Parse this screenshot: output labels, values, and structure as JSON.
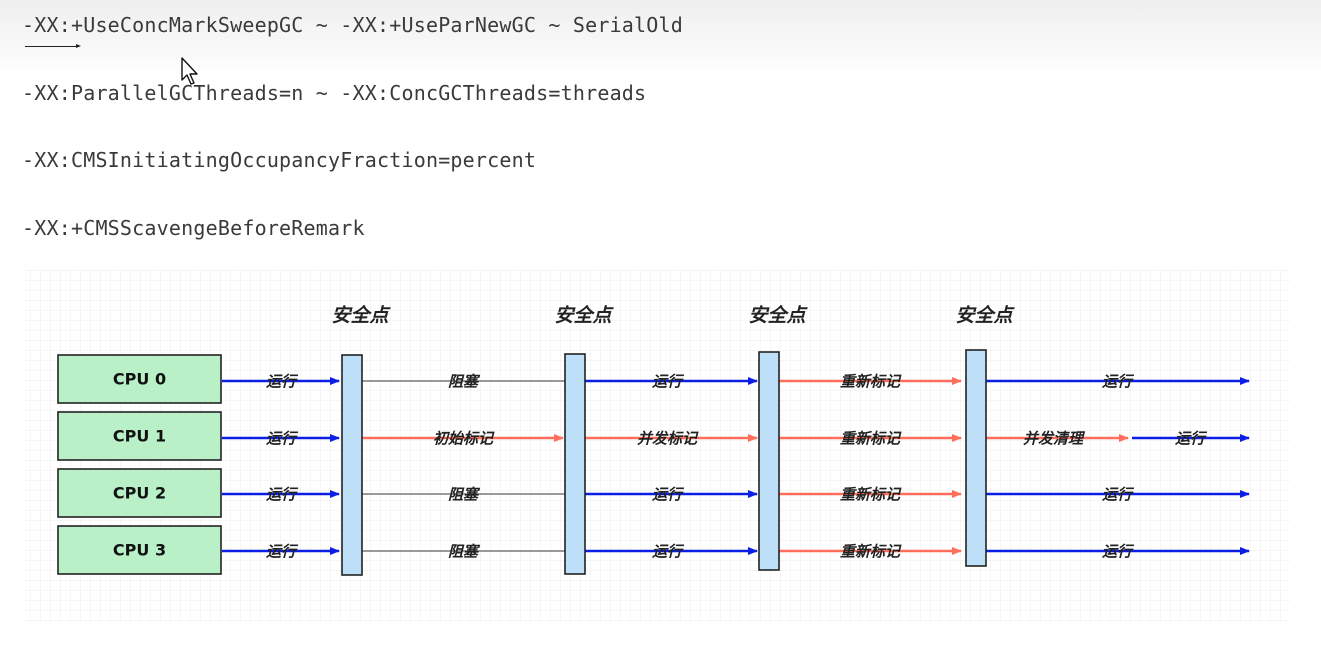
{
  "commands": [
    "-XX:+UseConcMarkSweepGC ~ -XX:+UseParNewGC ~ SerialOld",
    "-XX:ParallelGCThreads=n ~ -XX:ConcGCThreads=threads",
    "-XX:CMSInitiatingOccupancyFraction=percent",
    "-XX:+CMSScavengeBeforeRemark"
  ],
  "diagram": {
    "safepoint_label": "安全点",
    "cpus": [
      "CPU 0",
      "CPU 1",
      "CPU 2",
      "CPU 3"
    ],
    "labels": {
      "run": "运行",
      "blocked": "阻塞",
      "initial_mark": "初始标记",
      "concurrent_mark": "并发标记",
      "remark": "重新标记",
      "concurrent_sweep": "并发清理"
    },
    "colors": {
      "run_arrow": "#0a1ee6",
      "mark_arrow": "#ff6e5a",
      "blocked_line": "#8c8c8c",
      "cpu_box": "#b9f0c8",
      "safepoint_bar": "#bde0f8"
    }
  }
}
